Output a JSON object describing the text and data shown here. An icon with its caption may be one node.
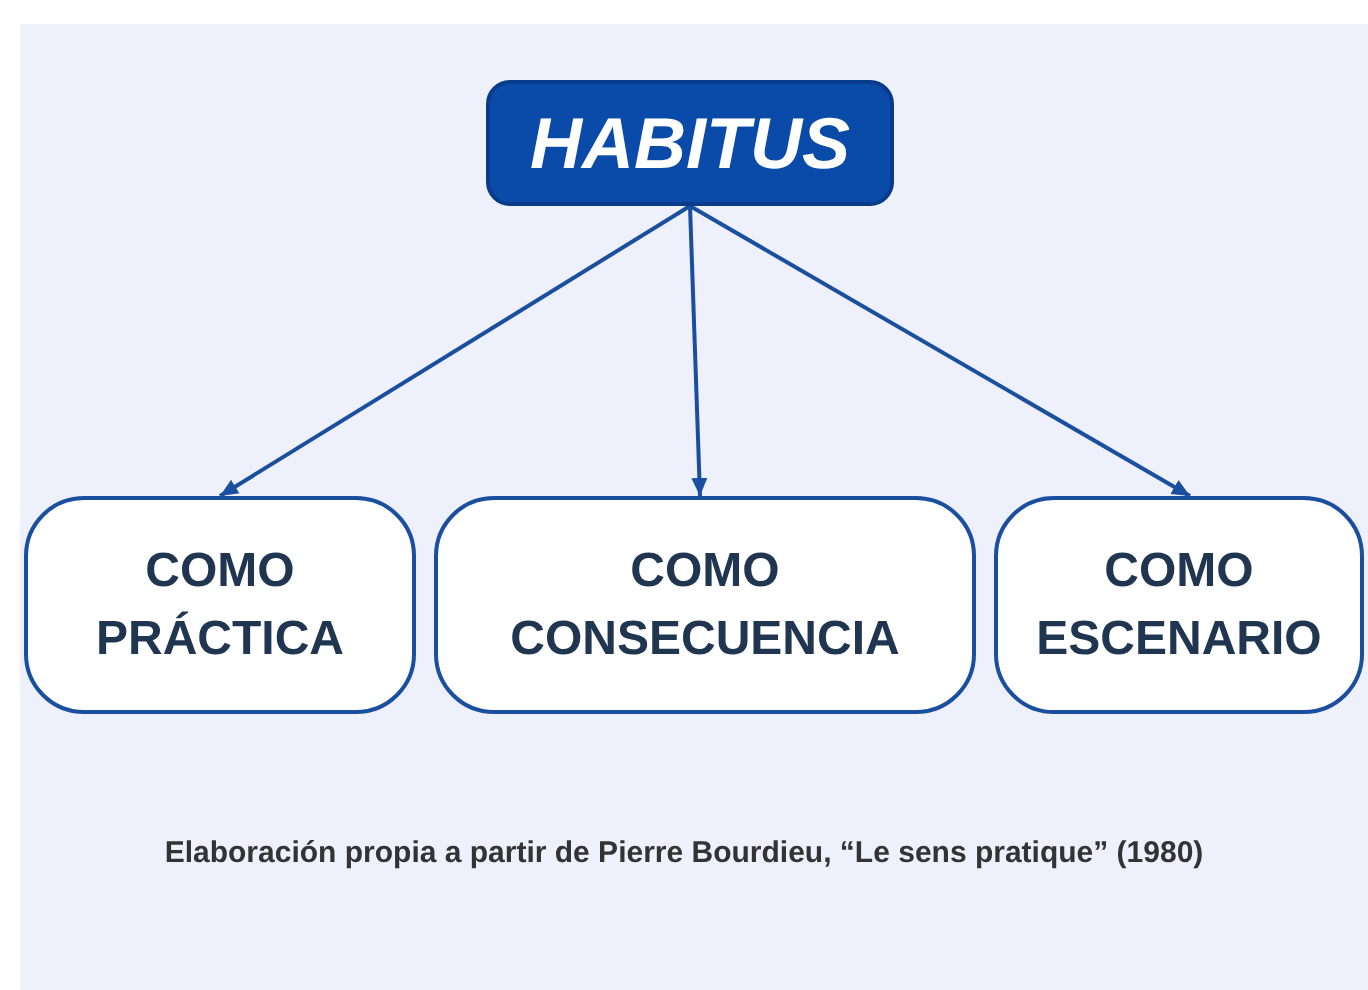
{
  "diagram": {
    "nodes": [
      {
        "text": [
          "HABITUS"
        ]
      },
      {
        "text": [
          "COMO PRÁCTICA"
        ]
      },
      {
        "text": [
          "COMO CONSECUENCIA"
        ]
      },
      {
        "text": [
          "COMO ESCENARIO"
        ]
      }
    ],
    "edges": [
      {
        "from": 0,
        "to": 1,
        "arrow": "to"
      },
      {
        "from": 0,
        "to": 2,
        "arrow": "to"
      },
      {
        "from": 0,
        "to": 3,
        "arrow": "to"
      }
    ],
    "caption": "Elaboración propia a partir de Pierre Bourdieu, “Le sens pratique” (1980)"
  }
}
